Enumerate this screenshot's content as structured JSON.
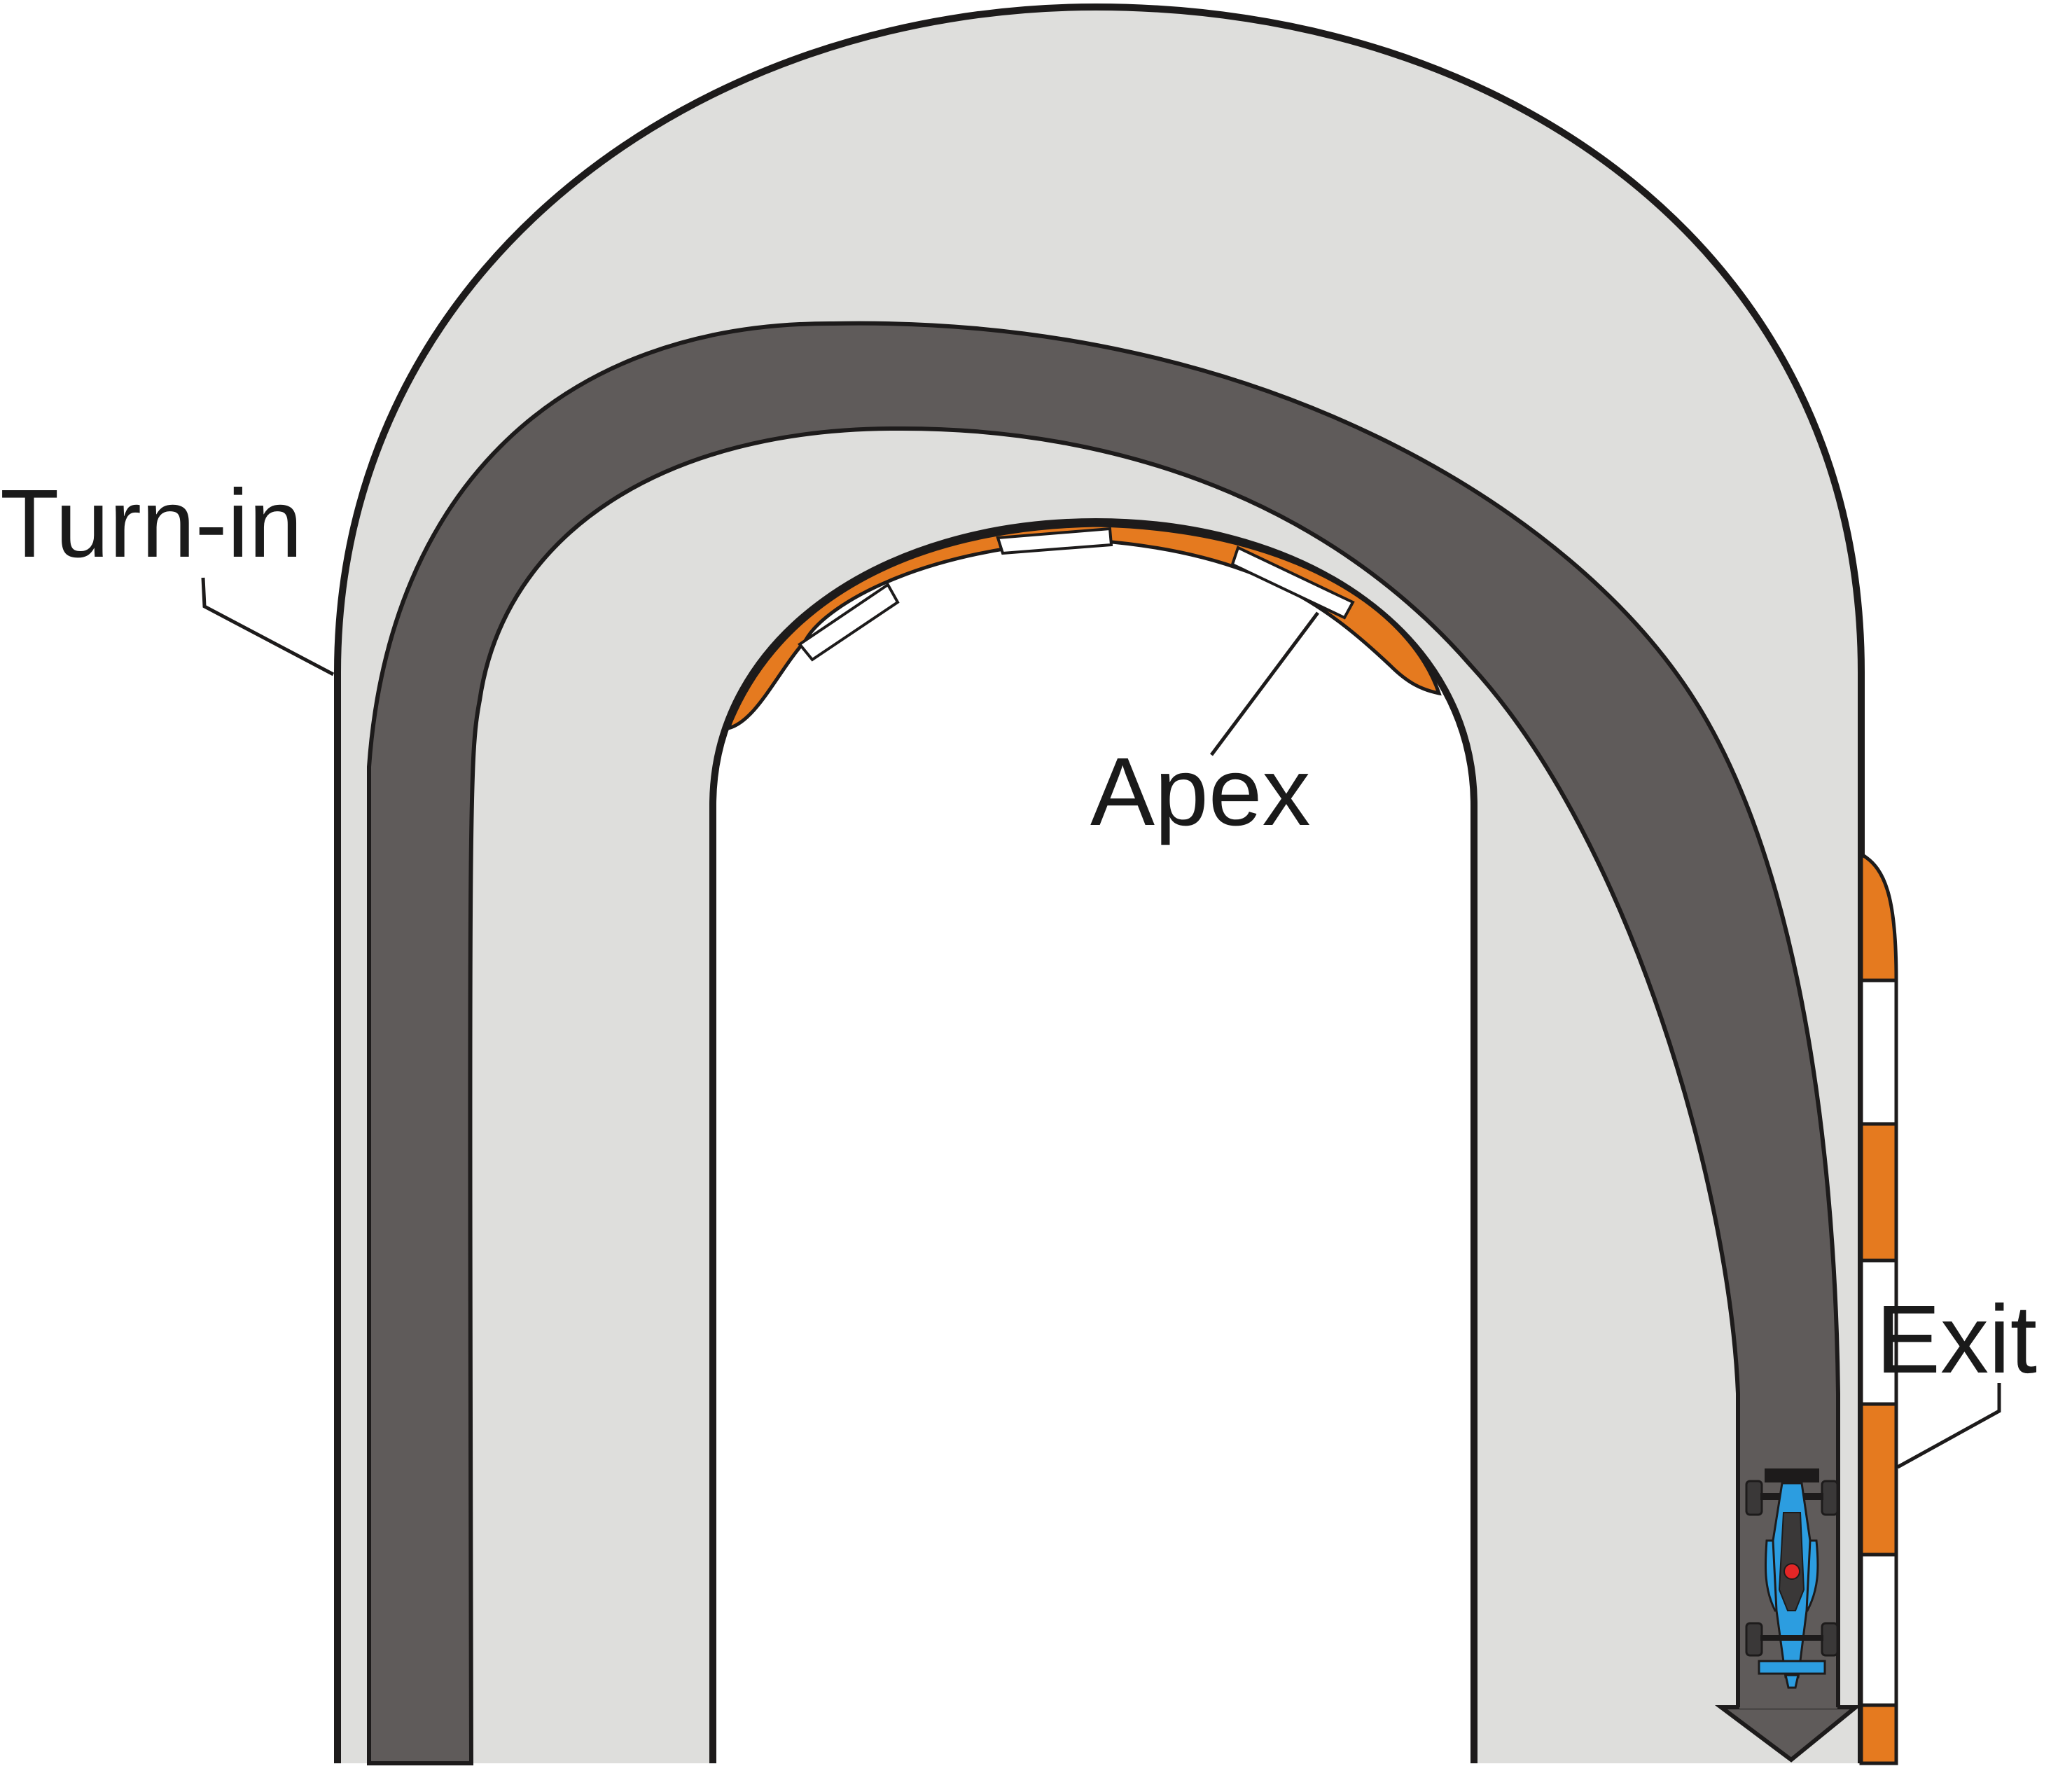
{
  "diagram": {
    "labels": {
      "turn_in": "Turn-in",
      "apex": "Apex",
      "exit": "Exit"
    },
    "colors": {
      "runoff": "#dededc",
      "racing_line": "#5f5b5a",
      "outline": "#1d1b1b",
      "kerb_orange": "#e57a1f",
      "kerb_white": "#ffffff",
      "car_blue": "#2c9de0",
      "car_dark": "#3a3838",
      "car_red": "#e32626",
      "background": "#ffffff"
    },
    "icons": {
      "car": "race-car-icon",
      "direction": "arrow-down-icon"
    }
  }
}
